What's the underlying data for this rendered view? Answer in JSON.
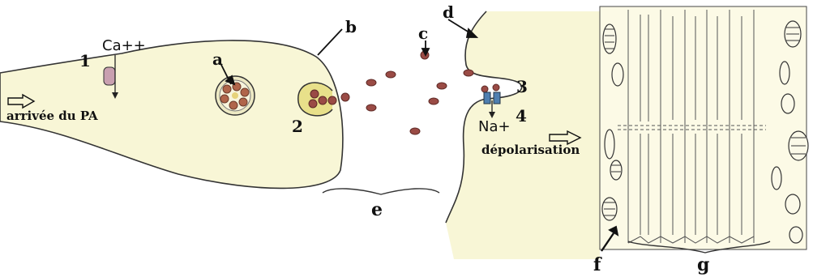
{
  "labels": {
    "a": "a",
    "b": "b",
    "c": "c",
    "d": "d",
    "e": "e",
    "f": "f",
    "g": "g",
    "n1": "1",
    "n2": "2",
    "n3": "3",
    "n4": "4"
  },
  "texts": {
    "calcium": "Ca++",
    "sodium": "Na+",
    "arrival": "arrivée du PA",
    "depolarisation": "dépolarisation"
  },
  "colors": {
    "cytoplasm": "#f8f6d6",
    "vesicle": "#9a4b45",
    "muscle": "#fcfae6",
    "receptor": "#4f7fb0",
    "channel": "#c9a0b0"
  }
}
